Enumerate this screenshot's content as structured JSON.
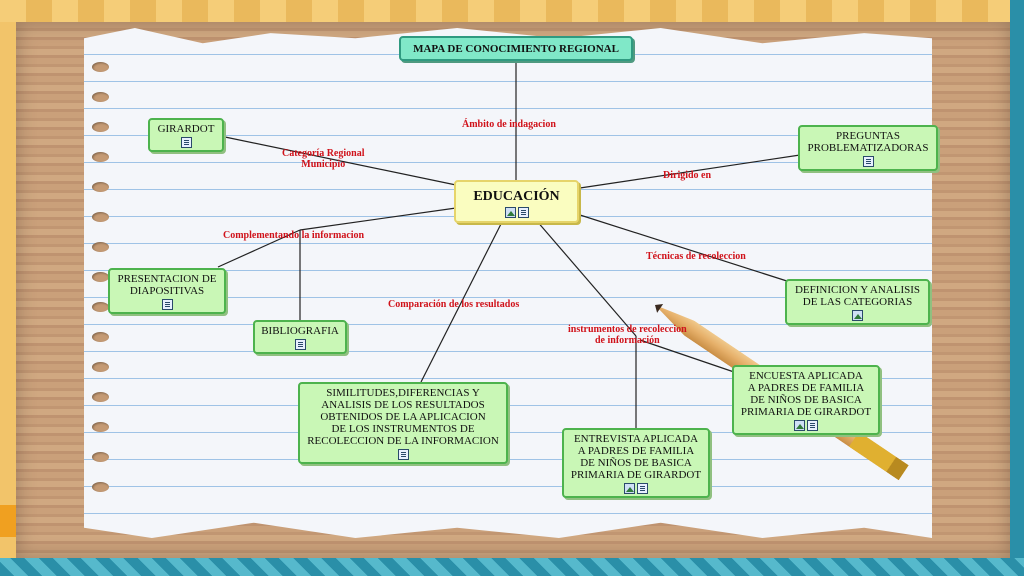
{
  "diagram": {
    "header": "MAPA DE CONOCIMIENTO REGIONAL",
    "center": "EDUCACIÓN",
    "nodes": {
      "girardot": "GIRARDOT",
      "preguntas_l1": "PREGUNTAS",
      "preguntas_l2": "PROBLEMATIZADORAS",
      "presentacion_l1": "PRESENTACION DE",
      "presentacion_l2": "DIAPOSITIVAS",
      "bibliografia": "BIBLIOGRAFIA",
      "definicion_l1": "DEFINICION Y ANALISIS",
      "definicion_l2": "DE LAS CATEGORIAS",
      "similitudes_l1": "SIMILITUDES,DIFERENCIAS Y",
      "similitudes_l2": "ANALISIS DE LOS RESULTADOS",
      "similitudes_l3": "OBTENIDOS DE LA APLICACION",
      "similitudes_l4": "DE LOS INSTRUMENTOS DE",
      "similitudes_l5": "RECOLECCION DE LA INFORMACION",
      "encuesta_l1": "ENCUESTA APLICADA",
      "encuesta_l2": "A PADRES DE FAMILIA",
      "encuesta_l3": "DE NIÑOS DE BASICA",
      "encuesta_l4": "PRIMARIA DE GIRARDOT",
      "entrevista_l1": "ENTREVISTA APLICADA",
      "entrevista_l2": "A PADRES DE FAMILIA",
      "entrevista_l3": "DE NIÑOS DE BASICA",
      "entrevista_l4": "PRIMARIA DE GIRARDOT"
    },
    "labels": {
      "ambito": "Ámbito de indagacion",
      "categoria_l1": "Categoría Regional",
      "categoria_l2": "Municipio",
      "dirigido": "Dirigido en",
      "complementando": "Complementando la informacion",
      "tecnicas": "Técnicas de recoleccion",
      "comparacion": "Comparación de los resultados",
      "instrumentos_l1": "instrumentos de recoleccion",
      "instrumentos_l2": "de información"
    },
    "icons": [
      "note-icon",
      "picture-icon"
    ],
    "colors": {
      "node_fill": "#c9f7b6",
      "node_border": "#4db34d",
      "center_fill": "#fafdc0",
      "header_fill": "#80e8c8",
      "link_label": "#d0121a",
      "connector": "#222222"
    }
  }
}
